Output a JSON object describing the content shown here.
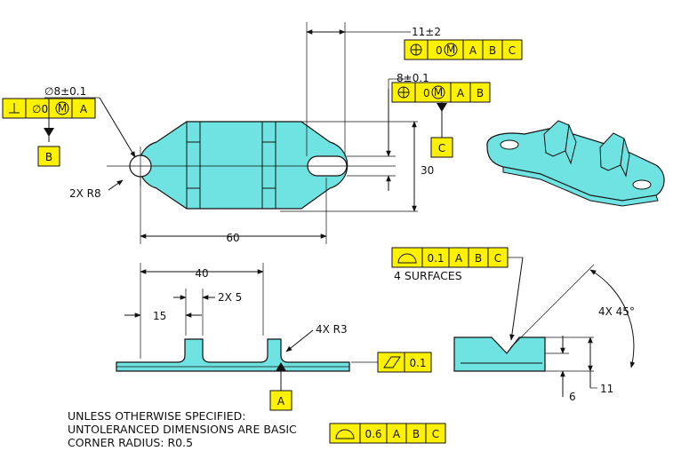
{
  "colors": {
    "part_fill": "#6fe3e1",
    "callout_fill": "#fff200",
    "line": "#111111"
  },
  "top_view": {
    "hole_dim_left": "∅8±0.1",
    "hole_dim_right": "8±0.1",
    "slot_dim": "11±2",
    "end_radius": "2X R8",
    "overall_length": "60",
    "overall_height": "30"
  },
  "fcf_perpendicular": [
    "⊥",
    "∅0",
    "M",
    "A"
  ],
  "fcf_position_right": [
    "⊕",
    "0",
    "M",
    "A",
    "B"
  ],
  "fcf_position_slot": [
    "⊕",
    "0",
    "M",
    "A",
    "B",
    "C"
  ],
  "datums": {
    "a": "A",
    "b": "B",
    "c": "C"
  },
  "front_view": {
    "tab_spacing": "40",
    "tab_offset": "15",
    "tab_width": "2X 5",
    "radius_note": "4X R3",
    "flatness_symbol": "▱",
    "flatness_value": "0.1"
  },
  "side_view": {
    "profile_symbol": "⌓",
    "profile_value": "0.1",
    "refs": [
      "A",
      "B",
      "C"
    ],
    "surfaces_note": "4 SURFACES",
    "angle_note": "4X 45°",
    "depth": "6",
    "height": "11"
  },
  "general_notes": {
    "line1": "UNLESS OTHERWISE SPECIFIED:",
    "line2": "UNTOLERANCED DIMENSIONS ARE BASIC",
    "line3": "CORNER RADIUS:  R0.5"
  },
  "fcf_profile_general": {
    "symbol": "⌓",
    "value": "0.6",
    "refs": [
      "A",
      "B",
      "C"
    ]
  }
}
